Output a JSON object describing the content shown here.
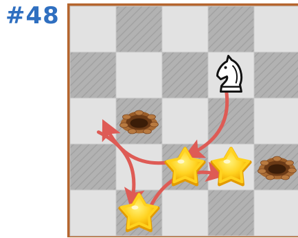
{
  "puzzle": {
    "number_label": "#48"
  },
  "board": {
    "visible_cols": 5,
    "visible_rows": 5,
    "light_color": "#e2e2e2",
    "dark_color": "#b2b2b2",
    "frame_color": "#b5652e",
    "dark_squares": [
      [
        1,
        0
      ],
      [
        3,
        0
      ],
      [
        0,
        1
      ],
      [
        2,
        1
      ],
      [
        4,
        1
      ],
      [
        1,
        2
      ],
      [
        3,
        2
      ],
      [
        0,
        3
      ],
      [
        2,
        3
      ],
      [
        4,
        3
      ],
      [
        1,
        4
      ],
      [
        3,
        4
      ]
    ]
  },
  "pieces": [
    {
      "type": "knight",
      "color": "white",
      "icon": "knight-icon",
      "col": 3,
      "row": 1
    },
    {
      "type": "hole",
      "icon": "hole-icon",
      "col": 1,
      "row": 2
    },
    {
      "type": "hole",
      "icon": "hole-icon",
      "col": 4,
      "row": 3
    },
    {
      "type": "star",
      "icon": "star-icon",
      "col": 2,
      "row": 3
    },
    {
      "type": "star",
      "icon": "star-icon",
      "col": 3,
      "row": 3
    },
    {
      "type": "star",
      "icon": "star-icon",
      "col": 1,
      "row": 4
    }
  ],
  "arrows": [
    {
      "from": [
        3,
        1
      ],
      "to": [
        2,
        3
      ]
    },
    {
      "from": [
        2,
        3
      ],
      "to": [
        0,
        2
      ]
    },
    {
      "from": [
        0,
        2
      ],
      "to": [
        1,
        4
      ]
    },
    {
      "from": [
        1,
        4
      ],
      "to": [
        3,
        3
      ]
    }
  ],
  "arrow_color": "#de5b55",
  "star_color": "#ffd21f"
}
